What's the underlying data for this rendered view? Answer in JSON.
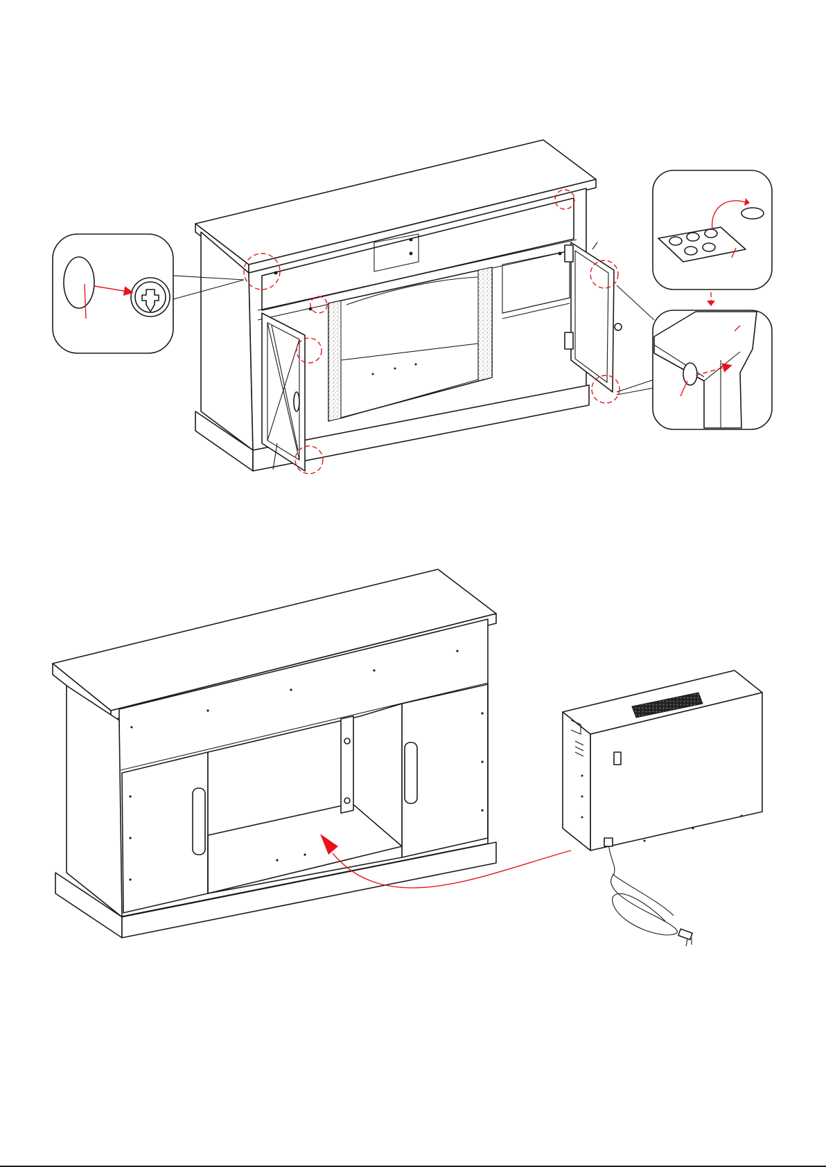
{
  "page": {
    "colors": {
      "line": "#1a1a1a",
      "accent": "#e8141b",
      "paper": "#ffffff"
    }
  },
  "steps": [
    {
      "view": "cabinet-front-open-doors",
      "callouts": [
        "screw-cap-detail",
        "felt-pad-sheet-detail",
        "door-corner-pad-detail"
      ]
    },
    {
      "view": "cabinet-back-fireplace-insert",
      "callouts": [
        "insert-into-cavity-arrow"
      ]
    }
  ],
  "icons": [
    "cam-screw-icon",
    "cover-cap-icon",
    "felt-pad-icon",
    "insert-arrow-icon",
    "power-plug-icon"
  ]
}
